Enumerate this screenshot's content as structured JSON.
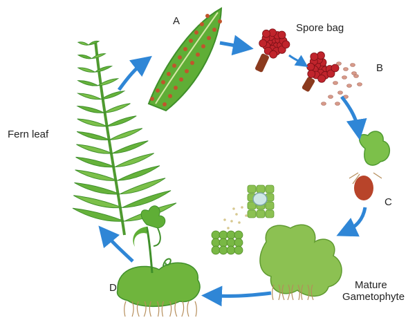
{
  "labels": {
    "fern_leaf": "Fern leaf",
    "a": "A",
    "spore_bag": "Spore bag",
    "b": "B",
    "c": "C",
    "d": "D",
    "mature_line1": "Mature",
    "mature_line2": "Gametophyte"
  },
  "colors": {
    "leaf_dark": "#3f8f2a",
    "leaf_light": "#7cc04a",
    "arrow_blue": "#2f86d6",
    "sporangium_red": "#c0242c",
    "gametophyte_green": "#8cc152",
    "root_tan": "#b58d5a",
    "zygote_brown": "#b8442a"
  }
}
